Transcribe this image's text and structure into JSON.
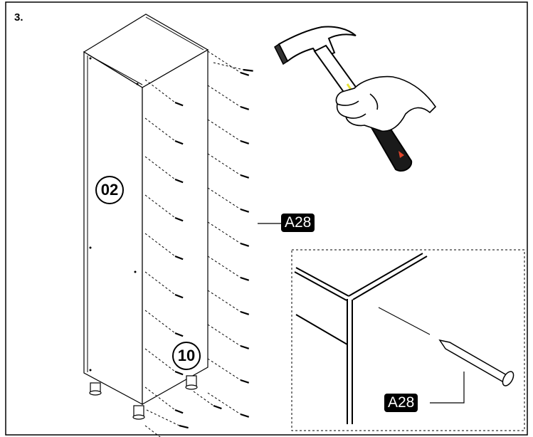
{
  "step": {
    "number": "3."
  },
  "parts": {
    "side_panel": "02",
    "bottom_panel": "10"
  },
  "fastener": {
    "code": "A28",
    "detail_code": "A28"
  },
  "icons": [
    "hammer-icon",
    "nail-icon",
    "hand-icon"
  ],
  "colors": {
    "line": "#000000",
    "hammer_grip": "#1a1a1a",
    "hammer_accent": "#e8e23a",
    "hammer_tip": "#e0442a"
  }
}
